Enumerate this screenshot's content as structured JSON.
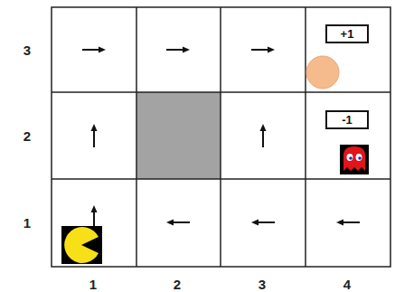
{
  "diagram": {
    "nodes": [
      {
        "text": [
          "+1"
        ]
      },
      {
        "text": [
          "-1"
        ]
      }
    ],
    "labels": [
      "3",
      "2",
      "1",
      "1",
      "2",
      "3",
      "4"
    ]
  }
}
